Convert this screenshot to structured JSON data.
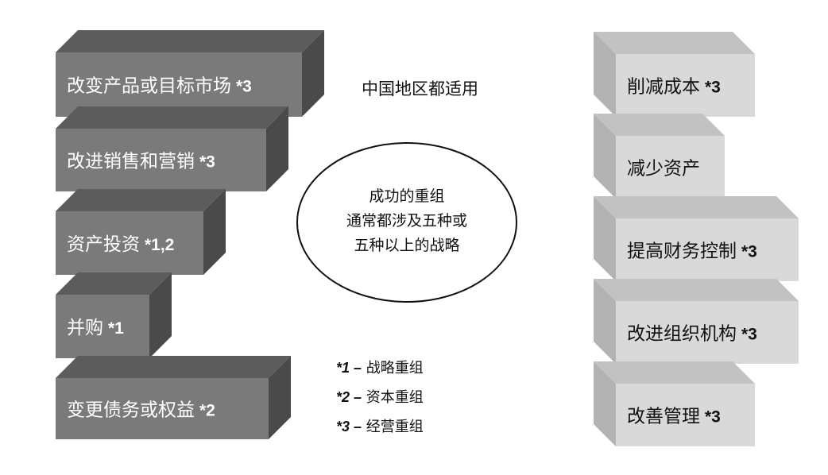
{
  "left_boxes": [
    {
      "label": "改变产品或目标市场",
      "mark": "*3"
    },
    {
      "label": "改进销售和营销",
      "mark": "*3"
    },
    {
      "label": "资产投资",
      "mark": "*1,2"
    },
    {
      "label": "并购",
      "mark": "*1"
    },
    {
      "label": "变更债务或权益",
      "mark": "*2"
    }
  ],
  "right_boxes": [
    {
      "label": "削减成本",
      "mark": "*3"
    },
    {
      "label": "减少资产",
      "mark": ""
    },
    {
      "label": "提高财务控制",
      "mark": "*3"
    },
    {
      "label": "改进组织机构",
      "mark": "*3"
    },
    {
      "label": "改善管理",
      "mark": "*3"
    }
  ],
  "note": "中国地区都适用",
  "ellipse_lines": [
    "成功的重组",
    "通常都涉及五种或",
    "五种以上的战略"
  ],
  "legend": [
    {
      "key": "*1 –",
      "label": "战略重组"
    },
    {
      "key": "*2 –",
      "label": "资本重组"
    },
    {
      "key": "*3 –",
      "label": "经营重组"
    }
  ],
  "colors": {
    "left_front": "#7a7a7a",
    "left_top": "#5c5c5c",
    "left_side": "#4a4a4a",
    "right_front": "#d9d9d9",
    "right_top": "#c2c2c2",
    "right_side": "#b3b3b3"
  }
}
